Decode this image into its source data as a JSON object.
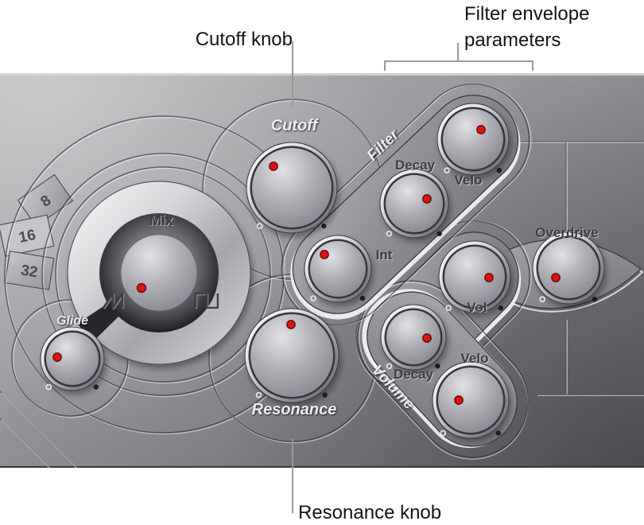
{
  "callouts": {
    "cutoff": "Cutoff knob",
    "filter_envelope_line1": "Filter envelope",
    "filter_envelope_line2": "parameters",
    "resonance": "Resonance knob"
  },
  "panel": {
    "octave_tabs": [
      {
        "label": "8"
      },
      {
        "label": "16"
      },
      {
        "label": "32"
      }
    ],
    "group_labels": {
      "filter": "Filter",
      "volume": "Volume"
    },
    "knobs": {
      "mix": {
        "label": "Mix"
      },
      "glide": {
        "label": "Glide"
      },
      "cutoff": {
        "label": "Cutoff"
      },
      "resonance": {
        "label": "Resonance"
      },
      "filter_int": {
        "label": "Int"
      },
      "filter_decay": {
        "label": "Decay"
      },
      "filter_velo": {
        "label": "Velo"
      },
      "volume_decay": {
        "label": "Decay"
      },
      "volume_velo": {
        "label": "Velo"
      },
      "vol": {
        "label": "Vol"
      },
      "overdrive": {
        "label": "Overdrive"
      }
    },
    "icons": {
      "mix_left": "sawtooth-wave-icon",
      "mix_right": "square-wave-icon"
    }
  },
  "colors": {
    "indicator_red": "#e31111",
    "leader_line_gray": "#9a9a9a",
    "panel_light": "#b2b2b4",
    "panel_dark": "#5b5b60"
  }
}
